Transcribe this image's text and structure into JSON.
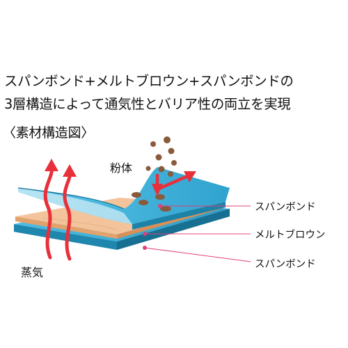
{
  "headline": {
    "line1": "スパンボンド+メルトブロウン+スパンボンドの",
    "line2": "3層構造によって通気性とバリア性の両立を実現"
  },
  "section_label": "〈素材構造図〉",
  "labels": {
    "powder": "粉体",
    "steam": "蒸気",
    "layer_top": "スパンボンド",
    "layer_middle": "メルトブロウン",
    "layer_bottom": "スパンボンド"
  },
  "colors": {
    "spunbond": "#3fb3d9",
    "spunbond_side": "#1e8fb8",
    "meltblown": "#f2c39a",
    "meltblown_side": "#e6a873",
    "arrow": "#e8303a",
    "particle": "#8a5a3c",
    "callout_line": "#e0407a",
    "callout_dot": "#e0407a"
  }
}
